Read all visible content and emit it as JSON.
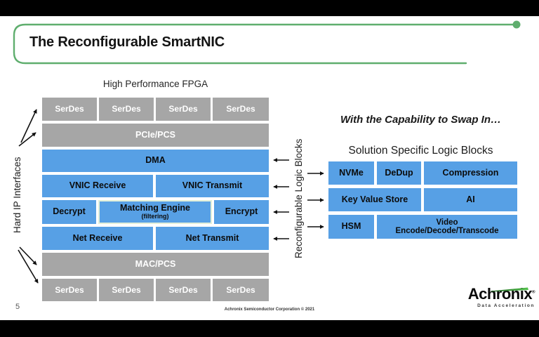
{
  "colors": {
    "block_blue": "#57A0E5",
    "block_gray": "#A6A6A6",
    "accent_green": "#5FAE6E",
    "matching_engine_border": "#E2EFD9",
    "logo_swoosh_green": "#3FA23C"
  },
  "slide": {
    "title": "The Reconfigurable SmartNIC",
    "page_number": "5",
    "footer_text": "Achronix Semiconductor Corporation © 2021"
  },
  "fpga": {
    "heading": "High Performance FPGA",
    "left_label": "Hard IP Interfaces",
    "right_label": "Reconfigurable Logic Blocks",
    "serdes_top": [
      "SerDes",
      "SerDes",
      "SerDes",
      "SerDes"
    ],
    "pcie": "PCIe/PCS",
    "dma": "DMA",
    "vnic_receive": "VNIC Receive",
    "vnic_transmit": "VNIC Transmit",
    "decrypt": "Decrypt",
    "matching_engine": "Matching Engine",
    "matching_engine_sub": "(filtering)",
    "encrypt": "Encrypt",
    "net_receive": "Net Receive",
    "net_transmit": "Net Transmit",
    "mac": "MAC/PCS",
    "serdes_bottom": [
      "SerDes",
      "SerDes",
      "SerDes",
      "SerDes"
    ]
  },
  "swap_in": {
    "caption": "With the Capability to Swap In…",
    "heading": "Solution Specific Logic Blocks",
    "nvme": "NVMe",
    "dedup": "DeDup",
    "compression": "Compression",
    "key_value_store": "Key Value Store",
    "ai": "AI",
    "hsm": "HSM",
    "video_line1": "Video",
    "video_line2": "Encode/Decode/Transcode"
  },
  "logo": {
    "brand": "Achronix",
    "mark": "®",
    "tagline": "Data Acceleration"
  }
}
